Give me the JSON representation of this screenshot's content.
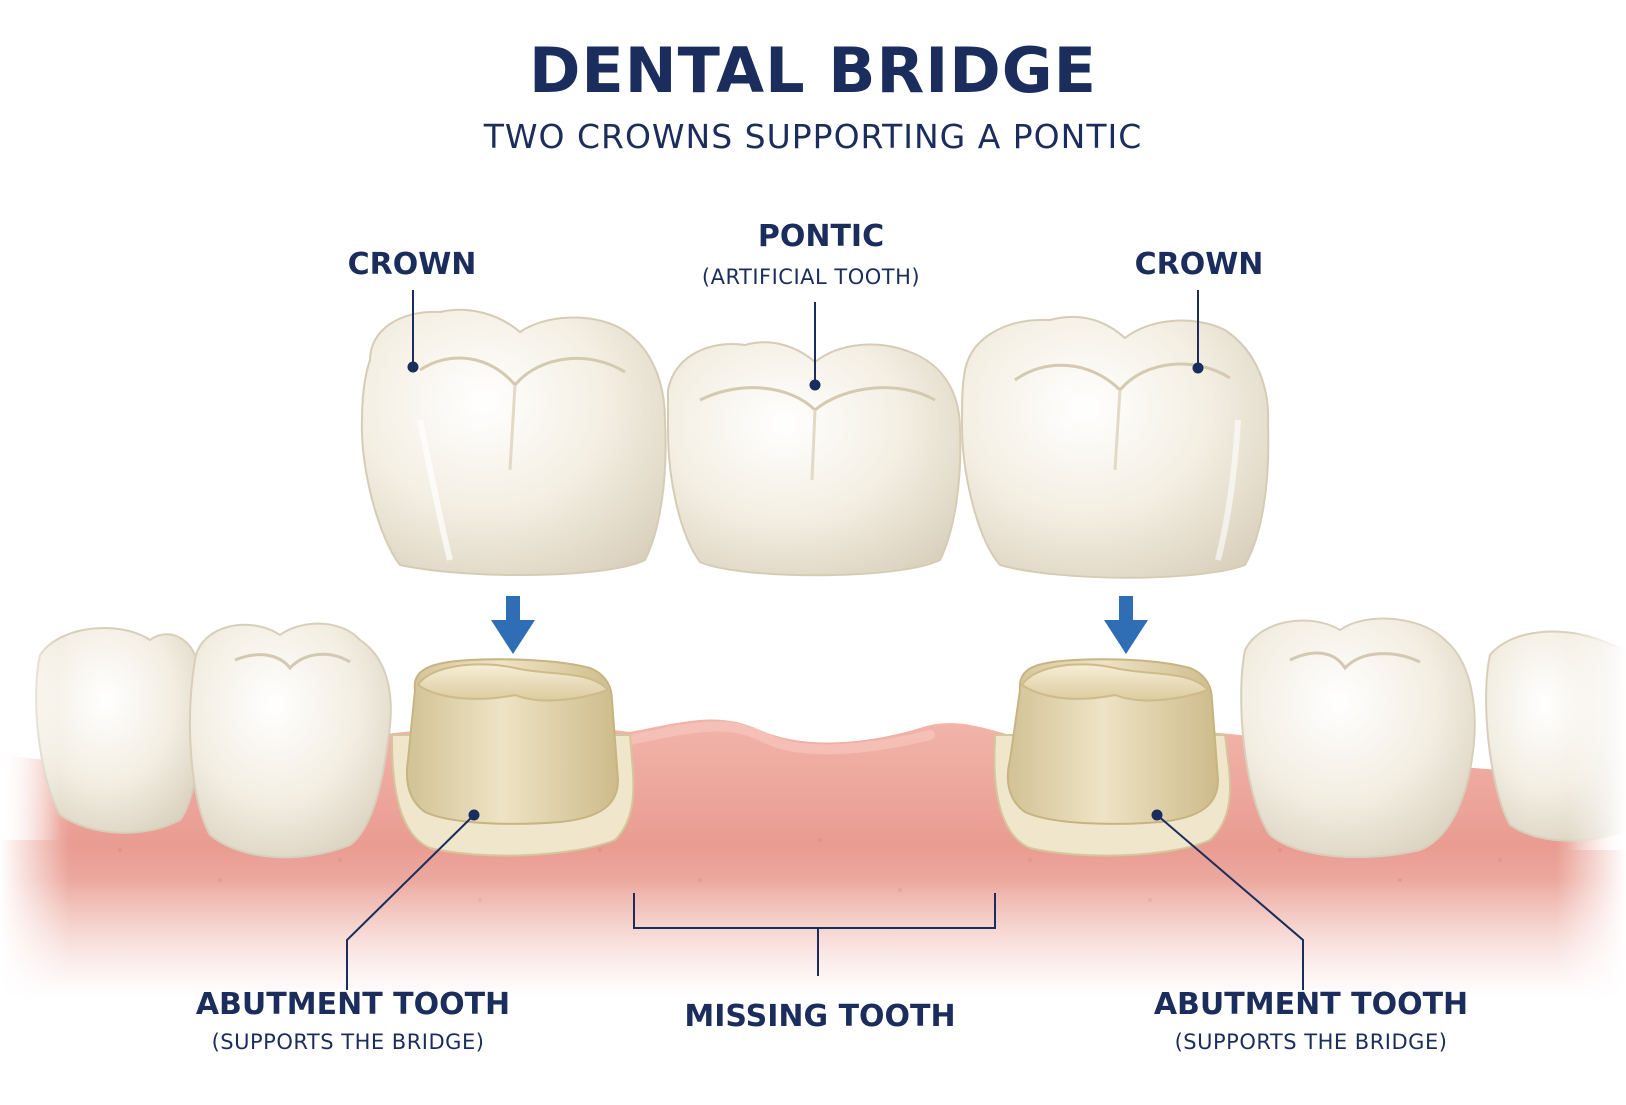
{
  "title": "DENTAL BRIDGE",
  "subtitle": "TWO CROWNS SUPPORTING A PONTIC",
  "labels": {
    "crown_left": "CROWN",
    "pontic": "PONTIC",
    "pontic_sub": "(ARTIFICIAL TOOTH)",
    "crown_right": "CROWN",
    "abutment_left": "ABUTMENT TOOTH",
    "abutment_left_sub": "(SUPPORTS THE BRIDGE)",
    "missing_tooth": "MISSING TOOTH",
    "abutment_right": "ABUTMENT TOOTH",
    "abutment_right_sub": "(SUPPORTS THE BRIDGE)"
  },
  "colors": {
    "label_navy": "#1b2d5c",
    "arrow_blue": "#2f6db5",
    "gum_pink": "#e9a096",
    "tooth_ivory": "#f4efe3",
    "prepared_tooth": "#e3d5b0"
  }
}
